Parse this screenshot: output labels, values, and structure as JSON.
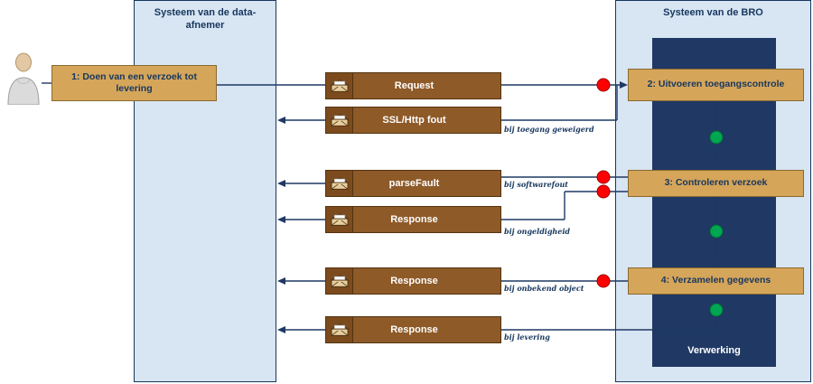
{
  "systems": {
    "left": {
      "title": "Systeem van de data-afnemer"
    },
    "right": {
      "title": "Systeem van de BRO",
      "process_label": "Verwerking"
    }
  },
  "actor": {
    "icon": "person-icon",
    "step_label": "1: Doen van een verzoek tot levering"
  },
  "steps": [
    {
      "label": "2: Uitvoeren toegangscontrole"
    },
    {
      "label": "3: Controleren verzoek"
    },
    {
      "label": "4: Verzamelen gegevens"
    }
  ],
  "messages": [
    {
      "icon": "envelope-icon",
      "label": "Request",
      "note": ""
    },
    {
      "icon": "envelope-icon",
      "label": "SSL/Http fout",
      "note": "bij toegang geweigerd"
    },
    {
      "icon": "envelope-icon",
      "label": "parseFault",
      "note": "bij softwarefout"
    },
    {
      "icon": "envelope-icon",
      "label": "Response",
      "note": "bij ongeldigheid"
    },
    {
      "icon": "envelope-icon",
      "label": "Response",
      "note": "bij onbekend object"
    },
    {
      "icon": "envelope-icon",
      "label": "Response",
      "note": "bij levering"
    }
  ],
  "indicators": {
    "error_dots": 4,
    "success_dots": 3,
    "error_color": "#FF0000",
    "success_color": "#00A651"
  },
  "colors": {
    "system_fill": "#D8E5F3",
    "system_border": "#17375E",
    "process_panel": "#1F3864",
    "step_fill": "#D5A55A",
    "message_fill": "#8E5A28",
    "line": "#1F3864"
  }
}
